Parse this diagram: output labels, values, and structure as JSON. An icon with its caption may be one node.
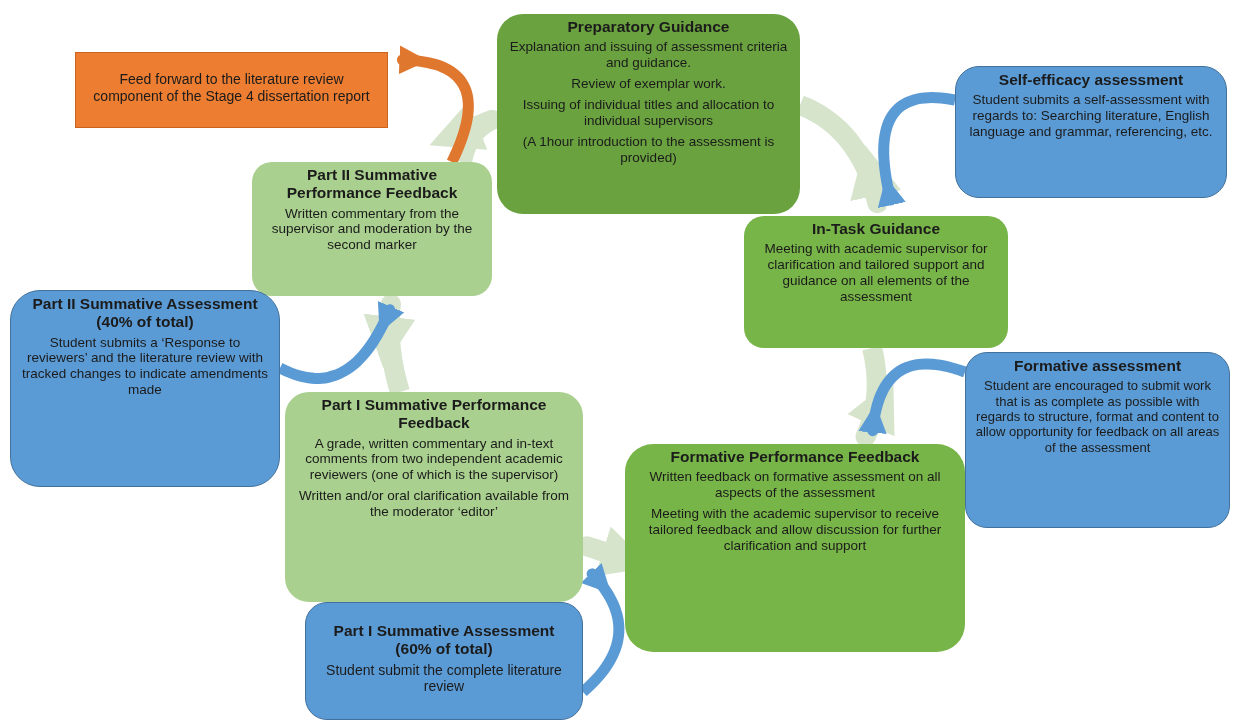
{
  "diagram": {
    "nodes": [
      {
        "text": [
          "Feed forward to the literature review component of the Stage 4 dissertation report"
        ]
      },
      {
        "text": [
          "Preparatory Guidance",
          "Explanation and issuing of assessment criteria and guidance.",
          "Review of exemplar work.",
          "Issuing of individual titles and allocation to individual supervisors",
          "(A 1hour introduction to the assessment is provided)"
        ]
      },
      {
        "text": [
          "Self-efficacy assessment",
          "Student submits a self-assessment with regards to: Searching literature, English language and grammar, referencing, etc."
        ]
      },
      {
        "text": [
          "Part II Summative Performance Feedback",
          "Written commentary  from the supervisor and moderation by the second marker"
        ]
      },
      {
        "text": [
          "In-Task Guidance",
          "Meeting with academic supervisor for clarification and tailored support and guidance on all elements of the assessment"
        ]
      },
      {
        "text": [
          "Part II Summative Assessment (40% of total)",
          "Student submits a ‘Response to reviewers’ and the literature review with tracked changes to indicate amendments made"
        ]
      },
      {
        "text": [
          "Formative assessment",
          "Student are encouraged to submit work that is as complete as possible with regards to structure, format and content to allow opportunity for feedback on all areas of the assessment"
        ]
      },
      {
        "text": [
          "Part I Summative Performance Feedback",
          "A grade, written commentary and in-text comments from two independent academic reviewers (one of which is the supervisor)",
          "Written and/or oral clarification available from the moderator ‘editor’"
        ]
      },
      {
        "text": [
          "Formative Performance Feedback",
          "Written feedback on formative assessment on all aspects of the assessment",
          "Meeting with the academic supervisor to receive tailored feedback and allow discussion for further clarification and support"
        ]
      },
      {
        "text": [
          "Part I Summative Assessment (60% of total)",
          "Student submit the complete literature review"
        ]
      }
    ],
    "edges": [
      {
        "from": 1,
        "to": 4,
        "arrow": "to",
        "style": "thick",
        "color": "#d6e4cc"
      },
      {
        "from": 4,
        "to": 8,
        "arrow": "to",
        "style": "thick",
        "color": "#d6e4cc"
      },
      {
        "from": 8,
        "to": 7,
        "arrow": "to",
        "style": "thick",
        "color": "#d6e4cc"
      },
      {
        "from": 7,
        "to": 3,
        "arrow": "to",
        "style": "thick",
        "color": "#d6e4cc"
      },
      {
        "from": 3,
        "to": 1,
        "arrow": "to",
        "style": "thick",
        "color": "#d6e4cc"
      },
      {
        "from": 2,
        "to": 4,
        "arrow": "to",
        "color": "#5b9bd5"
      },
      {
        "from": 6,
        "to": 8,
        "arrow": "to",
        "color": "#5b9bd5"
      },
      {
        "from": 9,
        "to": 7,
        "arrow": "to",
        "color": "#5b9bd5"
      },
      {
        "from": 5,
        "to": 3,
        "arrow": "to",
        "color": "#5b9bd5"
      },
      {
        "from": 3,
        "to": 0,
        "arrow": "to",
        "color": "#e0772e"
      }
    ]
  }
}
